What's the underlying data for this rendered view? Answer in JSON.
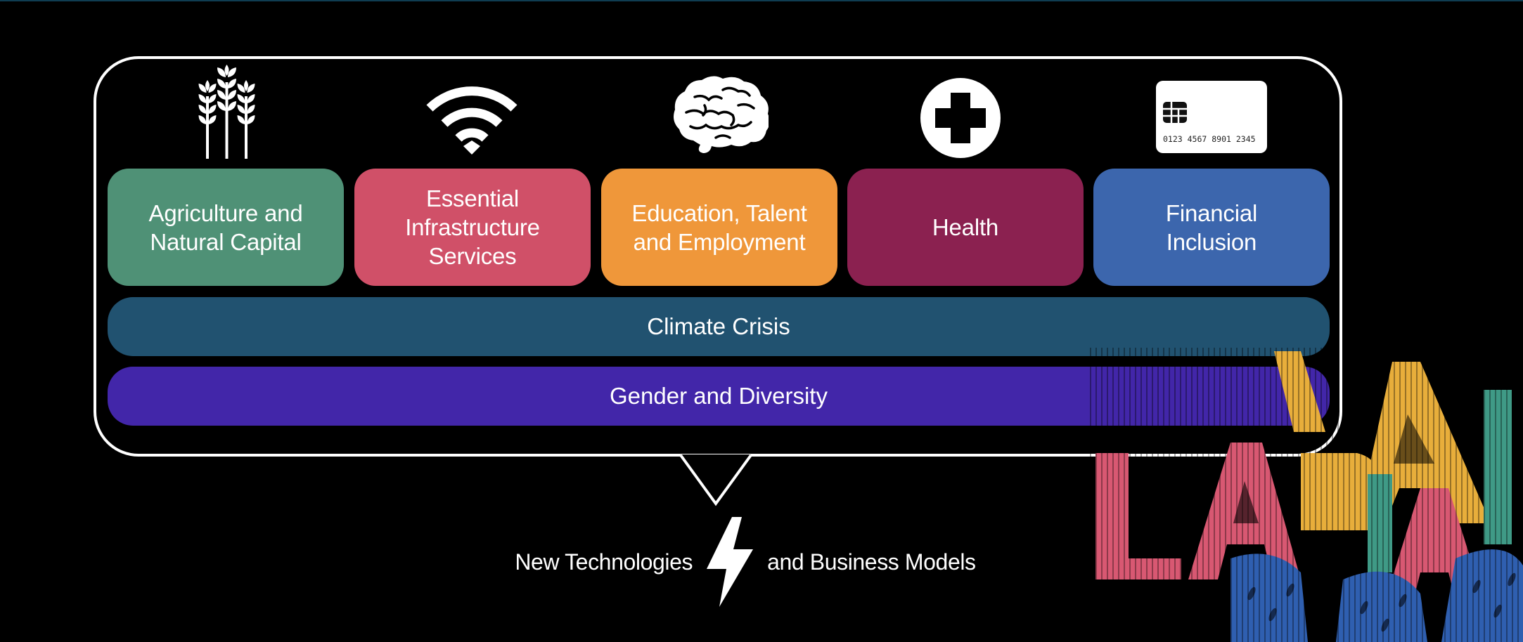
{
  "sectors": [
    {
      "label": "Agriculture and\nNatural Capital",
      "icon": "wheat-icon",
      "color": "#4f9176"
    },
    {
      "label": "Essential\nInfrastructure\nServices",
      "icon": "wifi-icon",
      "color": "#d05068"
    },
    {
      "label": "Education, Talent\nand Employment",
      "icon": "brain-icon",
      "color": "#ef973a"
    },
    {
      "label": "Health",
      "icon": "medical-cross-icon",
      "color": "#8b2150"
    },
    {
      "label": "Financial\nInclusion",
      "icon": "credit-card-icon",
      "color": "#3c66ad"
    }
  ],
  "card_number": "0123  4567  8901  2345",
  "bands": [
    {
      "label": "Climate Crisis",
      "color": "#215270"
    },
    {
      "label": "Gender and Diversity",
      "color": "#4226a9"
    }
  ],
  "footer": {
    "left_text": "New Technologies",
    "right_text": "and Business Models",
    "icon": "lightning-bolt-icon"
  },
  "logo": {
    "text": "LABA",
    "colors": [
      "#d85872",
      "#e8ae3b",
      "#3f9a86",
      "#2f5fb0"
    ]
  }
}
